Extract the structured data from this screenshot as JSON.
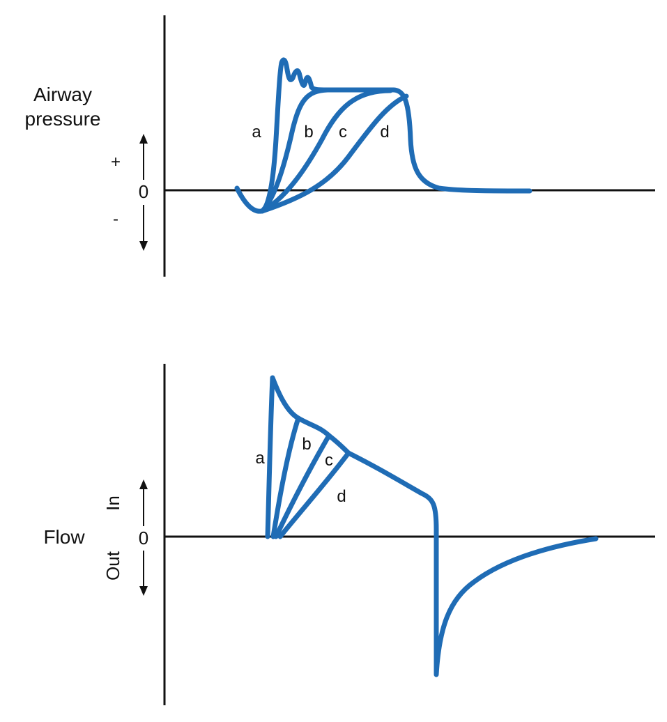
{
  "colors": {
    "curve": "#1f6cb5",
    "axis": "#111111"
  },
  "pressure_panel": {
    "title_line1": "Airway",
    "title_line2": "pressure",
    "plus_label": "+",
    "zero_label": "0",
    "minus_label": "-",
    "curve_labels": [
      "a",
      "b",
      "c",
      "d"
    ]
  },
  "flow_panel": {
    "title": "Flow",
    "in_label": "In",
    "zero_label": "0",
    "out_label": "Out",
    "curve_labels": [
      "a",
      "b",
      "c",
      "d"
    ]
  }
}
